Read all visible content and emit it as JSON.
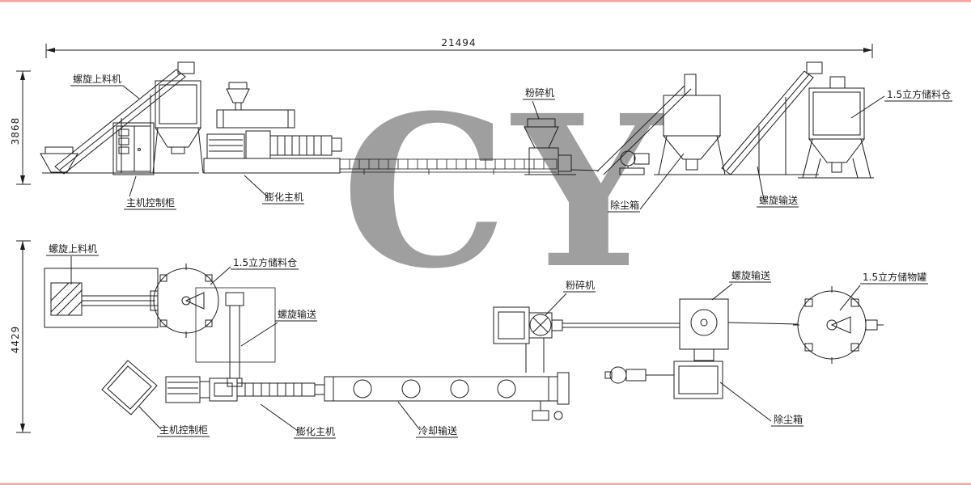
{
  "watermark": "CY",
  "dims": {
    "total_length": "21494",
    "elevation_height": "3868",
    "plan_height": "4429"
  },
  "top_view": {
    "screw_feeder": "螺旋上料机",
    "control_cabinet": "主机控制柜",
    "extruder": "膨化主机",
    "crusher": "粉碎机",
    "dust_box": "除尘箱",
    "screw_conveyor": "螺旋输送",
    "storage_bin": "1.5立方储料仓"
  },
  "plan_view": {
    "screw_feeder": "螺旋上料机",
    "storage_bin": "1.5立方储料仓",
    "screw_conveyor_left": "螺旋输送",
    "control_cabinet": "主机控制柜",
    "extruder": "膨化主机",
    "cooling_conveyor": "冷却输送",
    "crusher": "粉碎机",
    "screw_conveyor_right": "螺旋输送",
    "storage_tank": "1.5立方储物罐",
    "dust_box": "除尘箱"
  },
  "colors": {
    "line": "#1c1c1c",
    "watermark": "#e06a5f",
    "page_border": "#f0a8a2"
  }
}
